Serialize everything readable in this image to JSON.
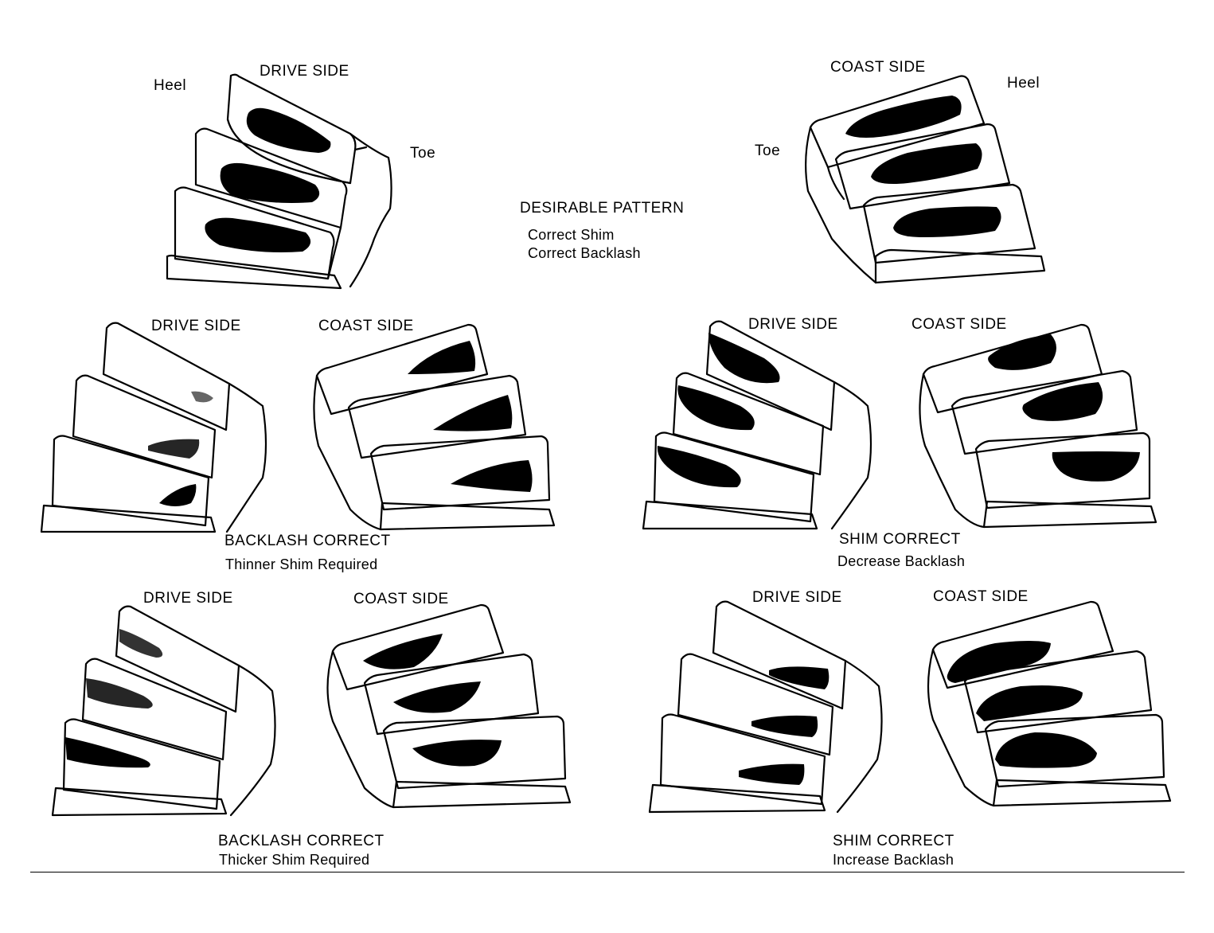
{
  "top": {
    "left_gear": {
      "side_label": "DRIVE SIDE",
      "heel": "Heel",
      "toe": "Toe"
    },
    "right_gear": {
      "side_label": "COAST SIDE",
      "heel": "Heel",
      "toe": "Toe"
    },
    "caption": {
      "title": "DESIRABLE PATTERN",
      "line1": "Correct Shim",
      "line2": "Correct Backlash"
    }
  },
  "middle_left": {
    "drive_label": "DRIVE SIDE",
    "coast_label": "COAST SIDE",
    "caption": {
      "title": "BACKLASH CORRECT",
      "line1": "Thinner Shim Required"
    }
  },
  "middle_right": {
    "drive_label": "DRIVE SIDE",
    "coast_label": "COAST SIDE",
    "caption": {
      "title": "SHIM CORRECT",
      "line1": "Decrease Backlash"
    }
  },
  "bottom_left": {
    "drive_label": "DRIVE SIDE",
    "coast_label": "COAST SIDE",
    "caption": {
      "title": "BACKLASH CORRECT",
      "line1": "Thicker Shim Required"
    }
  },
  "bottom_right": {
    "drive_label": "DRIVE SIDE",
    "coast_label": "COAST SIDE",
    "caption": {
      "title": "SHIM CORRECT",
      "line1": "Increase Backlash"
    }
  },
  "colors": {
    "ink": "#000000",
    "paper": "#ffffff"
  }
}
